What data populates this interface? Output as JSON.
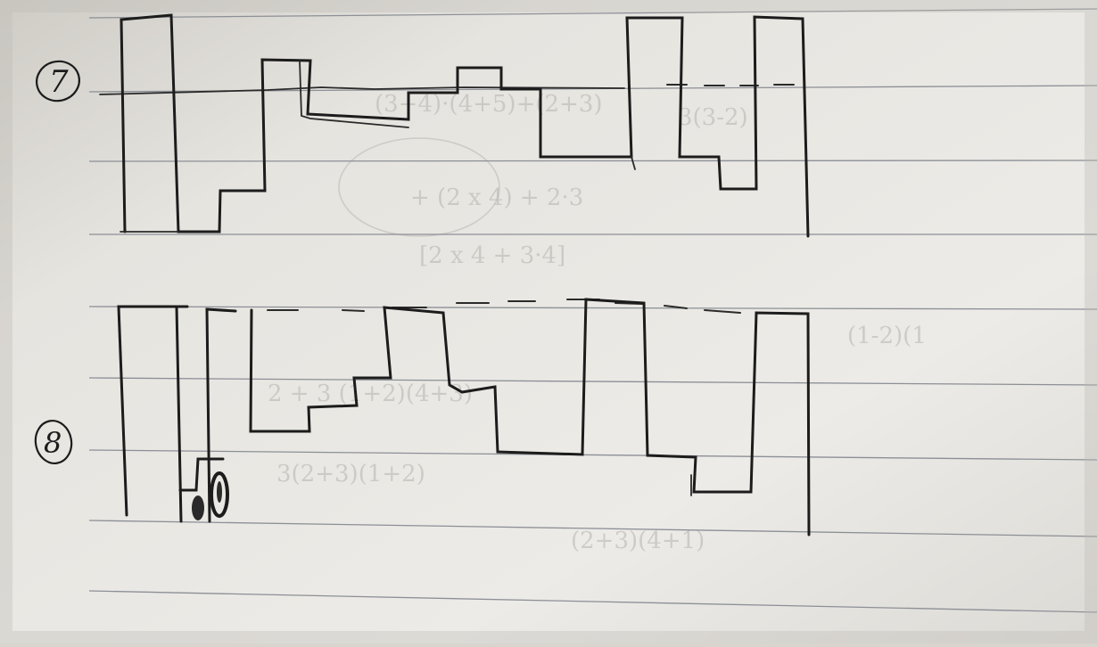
{
  "page": {
    "paper_color": "#e9e7e3",
    "rule_color": "#8c8f96",
    "ink_color": "#1c1c1c"
  },
  "puzzles": [
    {
      "number": "7",
      "kind": "skyline-staircase-sketch"
    },
    {
      "number": "8",
      "kind": "skyline-staircase-sketch"
    }
  ]
}
